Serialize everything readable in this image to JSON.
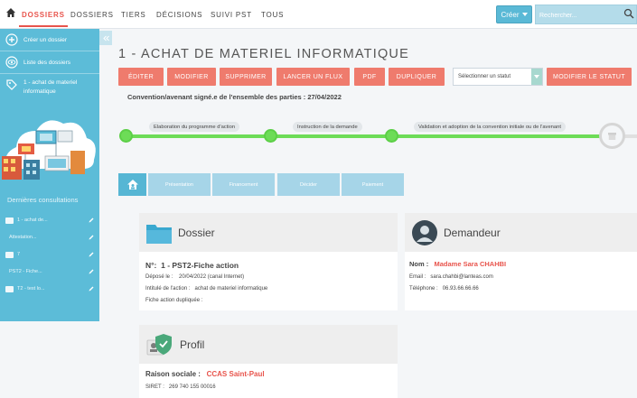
{
  "nav": {
    "items": [
      "DOSSIERS",
      "DOSSIERS",
      "TIERS",
      "DÉCISIONS",
      "SUIVI PST",
      "TOUS"
    ],
    "create_label": "Créer",
    "search_placeholder": "Rechercher..."
  },
  "sidebar": {
    "items": [
      "Créer un dossier",
      "Liste des dossiers",
      "1 - achat de materiel informatique"
    ],
    "recent_title": "Dernières consultations",
    "recent": [
      "1 - achat de...",
      "Attestation...",
      "7",
      "PST2 - Fiche...",
      "T2 - test lo..."
    ]
  },
  "main": {
    "title": "1 - ACHAT DE MATERIEL INFORMATIQUE",
    "buttons": [
      "ÉDITER",
      "MODIFIER",
      "SUPPRIMER",
      "LANCER UN FLUX",
      "PDF",
      "DUPLIQUER"
    ],
    "status_placeholder": "Sélectionner un statut",
    "modify_status": "MODIFIER LE STATUT",
    "convention": "Convention/avenant signé.e de l'ensemble des parties : 27/04/2022",
    "steps": [
      "Elaboration du programme d'action",
      "Instruction de la demande",
      "Validation et adoption de la convention initiale ou de l'avenant"
    ],
    "tabs": [
      "Présentation",
      "Financement",
      "Décider",
      "Paiement"
    ]
  },
  "dossier": {
    "title": "Dossier",
    "num_label": "N°:",
    "num_value": "1 - PST2-Fiche action",
    "depose_label": "Déposé le :",
    "depose_value": "20/04/2022 (canal Internet)",
    "intitule_label": "Intitulé de l'action :",
    "intitule_value": "achat de materiel informatique",
    "dupliquee_label": "Fiche action dupliquée :"
  },
  "demandeur": {
    "title": "Demandeur",
    "nom_label": "Nom :",
    "nom_value": "Madame Sara CHAHBI",
    "email_label": "Email :",
    "email_value": "sara.chahbi@lanteas.com",
    "tel_label": "Téléphone :",
    "tel_value": "06.93.66.66.66"
  },
  "profil": {
    "title": "Profil",
    "raison_label": "Raison sociale :",
    "raison_value": "CCAS Saint-Paul",
    "siret_label": "SIRET :",
    "siret_value": "269 740 155 00016"
  },
  "colors": {
    "accent_red": "#e8544c",
    "button_salmon": "#ef7b6d",
    "sidebar_blue": "#5cbcd8",
    "progress_green": "#6ddc57"
  }
}
